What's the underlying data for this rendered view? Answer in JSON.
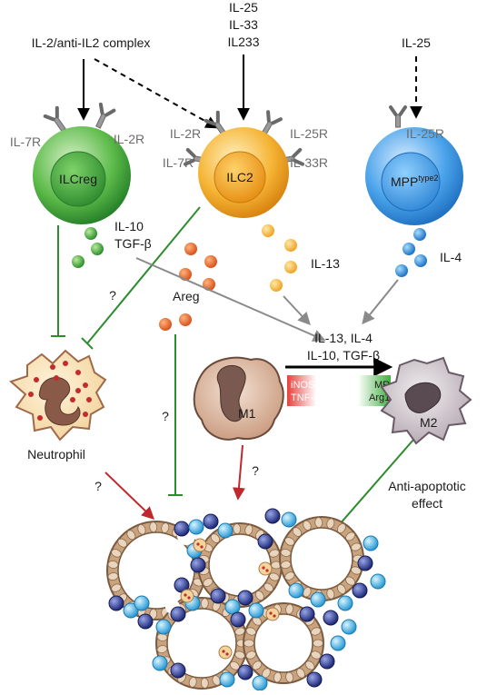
{
  "inputs": {
    "il2_complex": "IL-2/anti-IL2 complex",
    "ilc2_stimuli": [
      "IL-25",
      "IL-33",
      "IL233"
    ],
    "mpp_stimulus": "IL-25"
  },
  "cells": {
    "ilcreg": {
      "name": "ILCreg",
      "receptors": [
        "IL-7R",
        "IL-2R"
      ],
      "color": "#3aa53a"
    },
    "ilc2": {
      "name": "ILC2",
      "receptors": [
        "IL-2R",
        "IL-25R",
        "IL-7R",
        "IL-33R"
      ],
      "color": "#f0a020"
    },
    "mpp": {
      "name": "MPP",
      "superscript": "type2",
      "receptors": [
        "IL-25R"
      ],
      "color": "#2f8ed8"
    },
    "neutrophil": {
      "name": "Neutrophil"
    },
    "m1": {
      "name": "M1"
    },
    "m2": {
      "name": "M2"
    }
  },
  "cytokines": {
    "ilcreg_out": [
      "IL-10",
      "TGF-β"
    ],
    "ilc2_il13": "IL-13",
    "areg": "Areg",
    "mpp_out": "IL-4",
    "polarization": [
      "IL-13, IL-4",
      "IL-10, TGF-β"
    ],
    "m1_markers": [
      "iNOS",
      "TNF-α"
    ],
    "m2_markers": [
      "MR",
      "Arg1"
    ]
  },
  "annotations": {
    "q1": "?",
    "q2": "?",
    "q3": "?",
    "q4": "?",
    "anti_apoptotic": [
      "Anti-apoptotic",
      "effect"
    ]
  },
  "colors": {
    "inhibition": "#2e8b2e",
    "activation_red": "#c0282d",
    "gray_arrow": "#8a8a8a",
    "black_arrow": "#000000"
  }
}
